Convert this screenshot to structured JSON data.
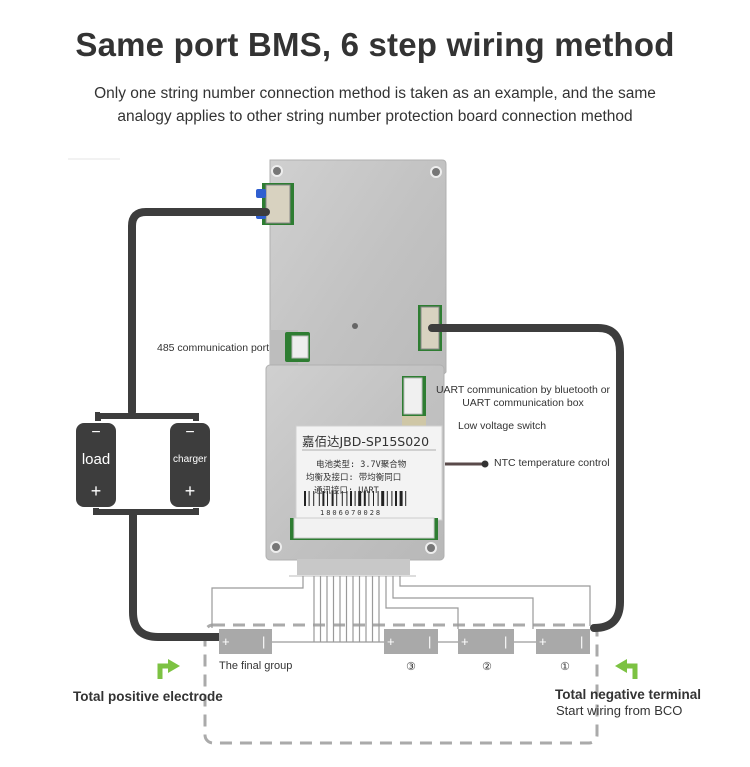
{
  "header": {
    "title": "Same port BMS, 6 step wiring method",
    "subtitle_line1": "Only one string number connection method is taken as an example, and the same",
    "subtitle_line2": "analogy applies to other string number protection board connection method"
  },
  "board": {
    "label_model": "嘉佰达JBD-SP15S020",
    "label_line1": "电池类型:  3.7V聚合物",
    "label_line2": "均衡及接口:  带均衡同口",
    "label_line3": "通讯接口:  UART",
    "serial": "1806070028"
  },
  "annotations": {
    "port_485": "485 communication port",
    "uart_line1": "UART communication by bluetooth or",
    "uart_line2": "UART communication box",
    "low_voltage_switch": "Low voltage switch",
    "ntc": "NTC temperature control"
  },
  "terminals": {
    "load": {
      "label": "load",
      "minus": "−",
      "plus": "+"
    },
    "charger": {
      "label": "charger",
      "minus": "−",
      "plus": "+"
    }
  },
  "cells": [
    {
      "label": "The final group",
      "plus": "+",
      "minus": "|"
    },
    {
      "label": "③",
      "plus": "+",
      "minus": "|"
    },
    {
      "label": "②",
      "plus": "+",
      "minus": "|"
    },
    {
      "label": "①",
      "plus": "+",
      "minus": "|"
    }
  ],
  "footer": {
    "positive": "Total positive electrode",
    "negative": "Total negative terminal",
    "negative_sub": "Start wiring from BCO"
  },
  "colors": {
    "wire": "#3d3d3d",
    "arrow": "#7cc242",
    "cell": "#a9a9a9",
    "board": "#c4c4c4",
    "pcb": "#2e7d32"
  }
}
